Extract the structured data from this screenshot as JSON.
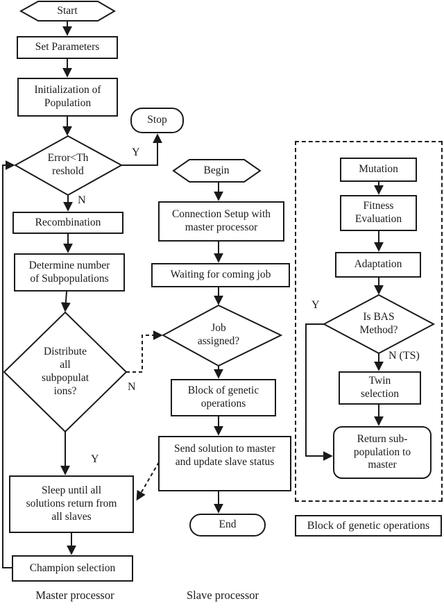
{
  "diagram": {
    "title": "Master-slave parallel genetic algorithm flowchart",
    "colors": {
      "line": "#1a1a1a",
      "background": "#ffffff"
    },
    "nodes": {
      "start": "Start",
      "set_parameters": "Set Parameters",
      "initialization": "Initialization of\nPopulation",
      "stop": "Stop",
      "error_threshold": "Error<Th\nreshold",
      "recombination": "Recombination",
      "determine_subpop": "Determine number\nof Subpopulations",
      "distribute": "Distribute\nall\nsubpopulat\nions?",
      "sleep": "Sleep until all\nsolutions return from\nall slaves",
      "champion": "Champion selection",
      "begin": "Begin",
      "connection_setup": "Connection Setup with\nmaster processor",
      "waiting_job": "Waiting for coming job",
      "job_assigned": "Job\nassigned?",
      "block_genetic": "Block of genetic\noperations",
      "send_solution": "Send solution to master\nand update slave status",
      "end": "End",
      "mutation": "Mutation",
      "fitness": "Fitness\nEvaluation",
      "adaptation": "Adaptation",
      "is_bas": "Is BAS\nMethod?",
      "twin_selection": "Twin\nselection",
      "return_subpop": "Return sub-\npopulation to\nmaster",
      "legend_block": "Block of genetic operations"
    },
    "edge_labels": {
      "error_yes": "Y",
      "error_no": "N",
      "distribute_no": "N",
      "distribute_yes": "Y",
      "bas_yes": "Y",
      "bas_no": "N (TS)"
    },
    "captions": {
      "master": "Master processor",
      "slave": "Slave processor"
    }
  }
}
